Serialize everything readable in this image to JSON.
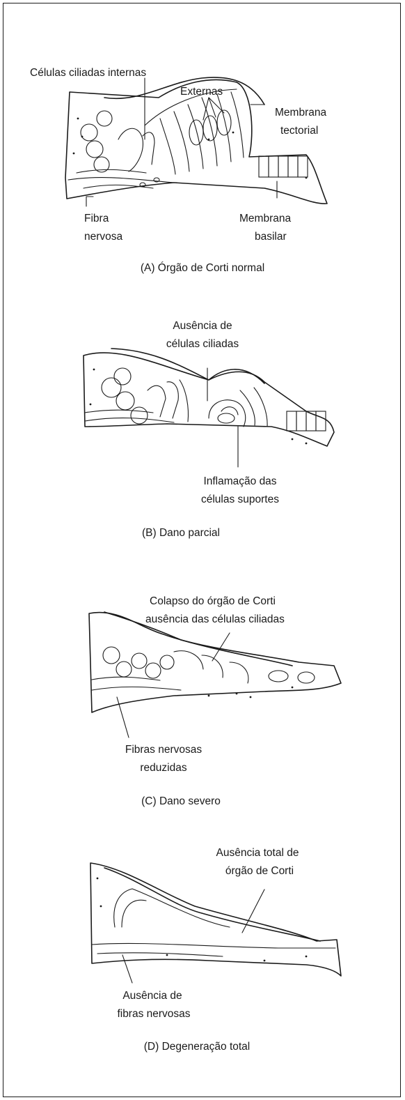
{
  "panels": [
    {
      "caption": "(A) Órgão de Corti normal",
      "labels": {
        "inner_hair_cells": "Células ciliadas internas",
        "outer": "Externas",
        "tectorial_1": "Membrana",
        "tectorial_2": "tectorial",
        "nerve_1": "Fibra",
        "nerve_2": "nervosa",
        "basilar_1": "Membrana",
        "basilar_2": "basilar"
      }
    },
    {
      "caption": "(B) Dano parcial",
      "labels": {
        "absence_1": "Ausência de",
        "absence_2": "células ciliadas",
        "inflam_1": "Inflamação das",
        "inflam_2": "células suportes"
      }
    },
    {
      "caption": "(C) Dano severo",
      "labels": {
        "collapse_1": "Colapso do órgão de Corti",
        "collapse_2": "ausência das células ciliadas",
        "fibers_1": "Fibras nervosas",
        "fibers_2": "reduzidas"
      }
    },
    {
      "caption": "(D) Degeneração total",
      "labels": {
        "total_1": "Ausência total de",
        "total_2": "órgão de Corti",
        "nofib_1": "Ausência de",
        "nofib_2": "fibras nervosas"
      }
    }
  ]
}
